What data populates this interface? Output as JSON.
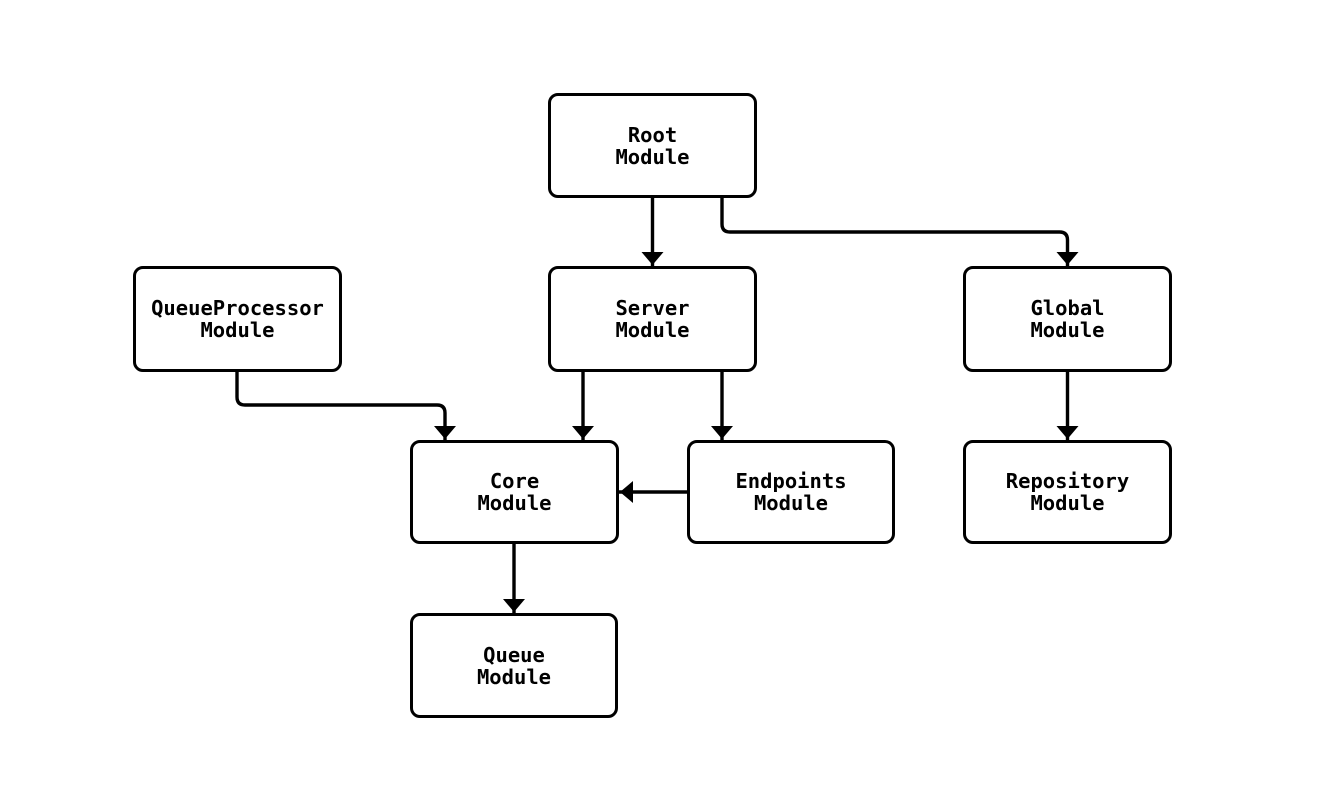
{
  "diagram": {
    "background_color": "#ffffff",
    "stroke_color": "#000000",
    "nodes": [
      {
        "id": "root",
        "line1": "Root",
        "line2": "Module"
      },
      {
        "id": "queue_processor",
        "line1": "QueueProcessor",
        "line2": "Module"
      },
      {
        "id": "server",
        "line1": "Server",
        "line2": "Module"
      },
      {
        "id": "global",
        "line1": "Global",
        "line2": "Module"
      },
      {
        "id": "core",
        "line1": "Core",
        "line2": "Module"
      },
      {
        "id": "endpoints",
        "line1": "Endpoints",
        "line2": "Module"
      },
      {
        "id": "repository",
        "line1": "Repository",
        "line2": "Module"
      },
      {
        "id": "queue",
        "line1": "Queue",
        "line2": "Module"
      }
    ],
    "edges": [
      {
        "from": "root",
        "to": "server"
      },
      {
        "from": "root",
        "to": "global"
      },
      {
        "from": "queue_processor",
        "to": "core"
      },
      {
        "from": "server",
        "to": "core"
      },
      {
        "from": "server",
        "to": "endpoints"
      },
      {
        "from": "endpoints",
        "to": "core"
      },
      {
        "from": "global",
        "to": "repository"
      },
      {
        "from": "core",
        "to": "queue"
      }
    ]
  }
}
